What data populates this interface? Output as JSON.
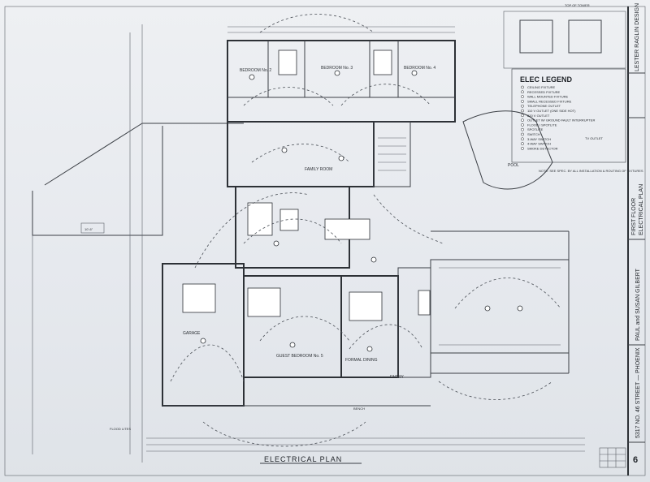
{
  "plan_title": "ELECTRICAL PLAN",
  "legend": {
    "title": "ELEC LEGEND",
    "items": [
      "CEILING FIXTURE",
      "RECESSED FIXTURE",
      "WALL MOUNTED FIXTURE",
      "SMALL RECESSED FIXTURE",
      "TELEPHONE OUTLET",
      "110 V OUTLET (ONE SIDE HOT)",
      "220 V OUTLET",
      "OUTLET W/ GROUND FAULT INTERRUPTER",
      "FLOOD / SPOTLITE",
      "SPOTLITE",
      "SWITCH",
      "3-WAY SWITCH",
      "4-WAY SWITCH",
      "SMOKE DETECTOR"
    ],
    "tv_outlet": "TV OUTLET"
  },
  "rooms": {
    "bedroom2": "BEDROOM No. 2",
    "bedroom3": "BEDROOM No. 3",
    "bedroom4": "BEDROOM No. 4",
    "family_room": "FAMILY ROOM",
    "garage": "GARAGE",
    "guest_bedroom": "GUEST BEDROOM No. 5",
    "formal_dining": "FORMAL DINING",
    "entry": "ENTRY",
    "pool": "POOL",
    "bench": "BENCH"
  },
  "notes": {
    "flood_lites": "FLOOD LITES",
    "top_of_tower": "TOP OF TOWER",
    "dimension": "10'-6\"",
    "note_block": "NOTE: SEE SPEC. BY ALL INSTALLATION & ROUTING OF FIXTURES"
  },
  "title_block": {
    "firm": "LESTER RAGLIN DESIGN",
    "sheet_title_1": "FIRST FLOOR",
    "sheet_title_2": "ELECTRICAL PLAN",
    "client": "PAUL and SUSAN GILBERT",
    "address": "5317 NO. 46 STREET — PHOENIX",
    "sheet_number": "6"
  }
}
